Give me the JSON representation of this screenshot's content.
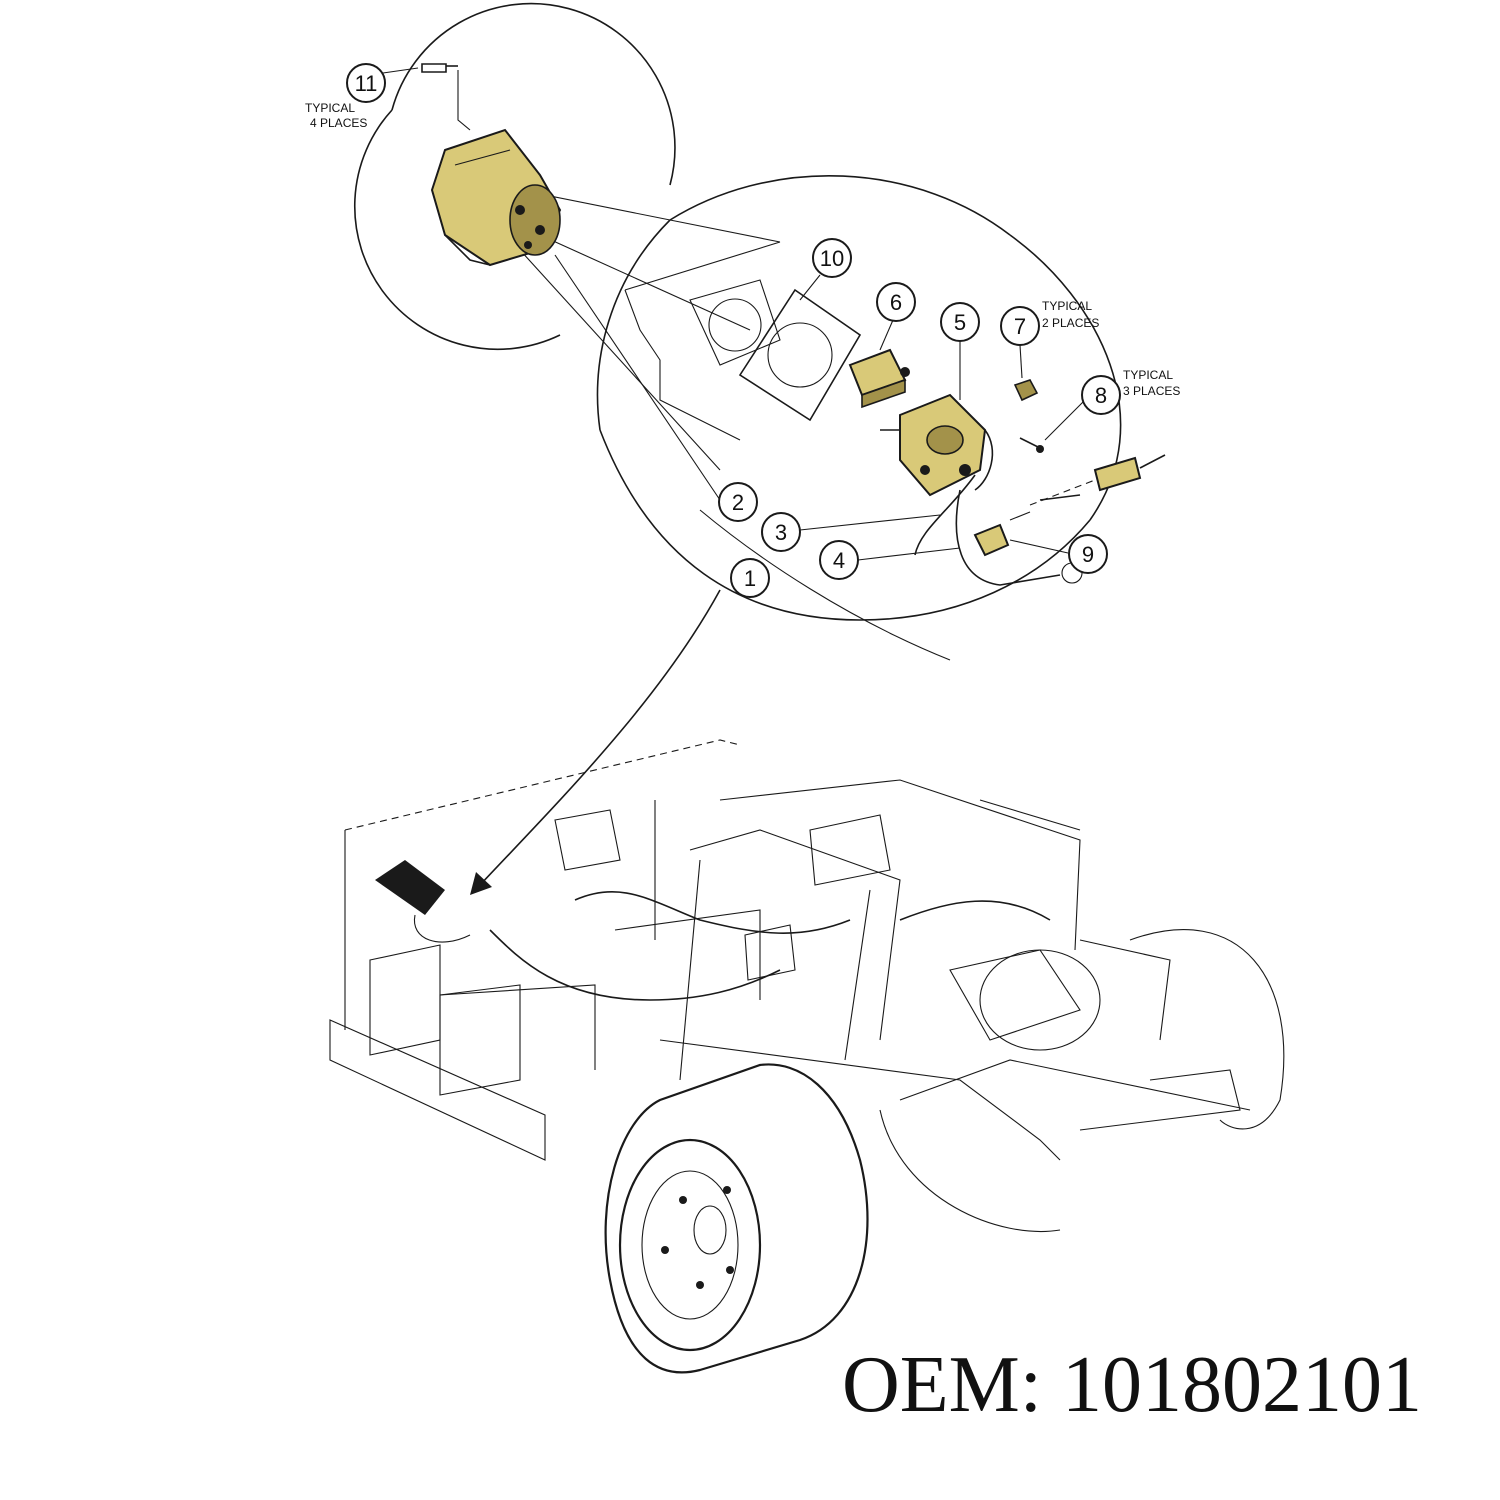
{
  "colors": {
    "part_fill": "#d9c978",
    "part_shade": "#a3924a",
    "line": "#1a1a1a",
    "background": "#ffffff"
  },
  "callouts": [
    "1",
    "2",
    "3",
    "4",
    "5",
    "6",
    "7",
    "8",
    "9",
    "10",
    "11"
  ],
  "notes": {
    "n11": [
      "TYPICAL",
      "4 PLACES"
    ],
    "n7": [
      "TYPICAL",
      "2 PLACES"
    ],
    "n8": [
      "TYPICAL",
      "3 PLACES"
    ]
  },
  "oem_label": "OEM: 101802101"
}
